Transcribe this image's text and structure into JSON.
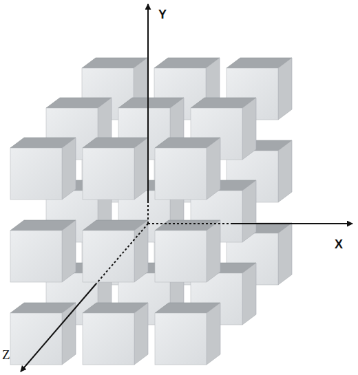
{
  "diagram": {
    "labels": [
      "Y",
      "X",
      "Z"
    ]
  }
}
